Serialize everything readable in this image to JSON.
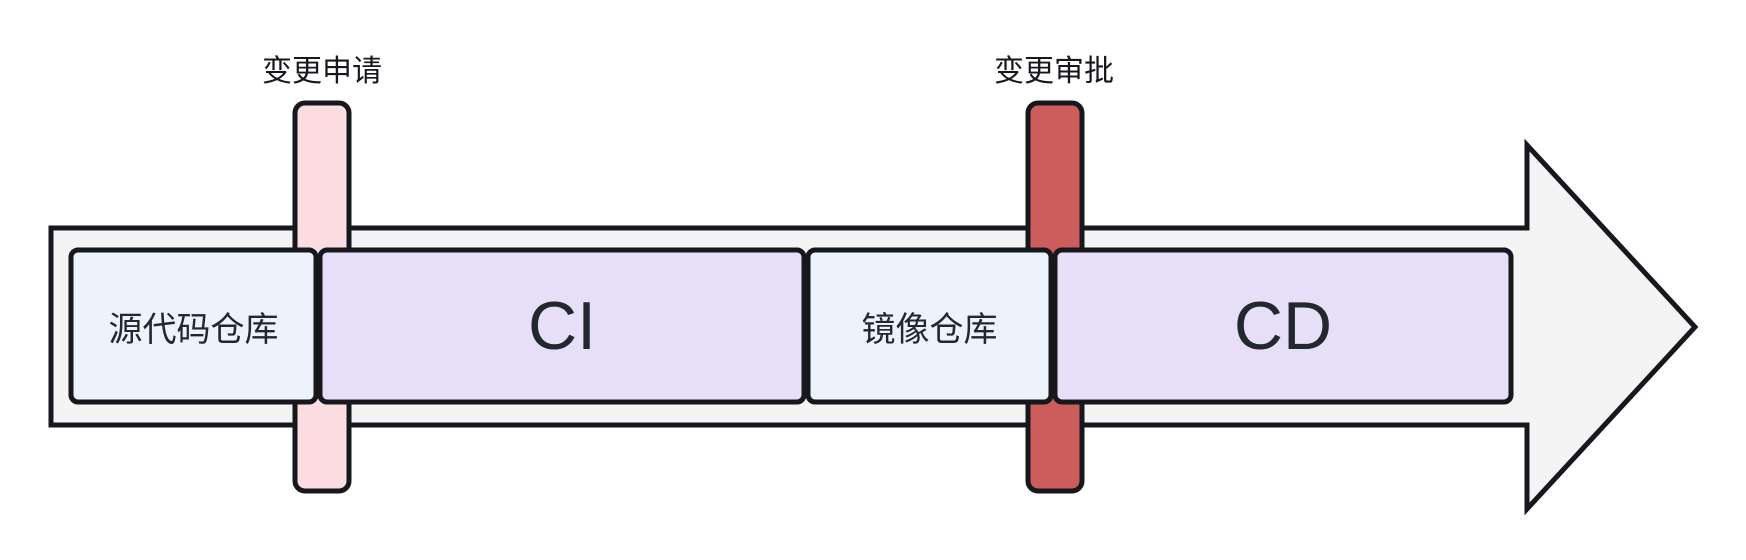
{
  "diagram": {
    "type": "pipeline-arrow-flow",
    "direction": "left-to-right",
    "stages": [
      {
        "label": "源代码仓库",
        "fill": "#eef3fb"
      },
      {
        "label": "CI",
        "fill": "#e7dff8"
      },
      {
        "label": "镜像仓库",
        "fill": "#eef3fb"
      },
      {
        "label": "CD",
        "fill": "#e7dff8"
      }
    ],
    "gates": [
      {
        "label": "变更申请",
        "fill": "#fcdde2",
        "between": [
          "源代码仓库",
          "CI"
        ]
      },
      {
        "label": "变更审批",
        "fill": "#cd5c5c",
        "between": [
          "镜像仓库",
          "CD"
        ]
      }
    ]
  },
  "colors": {
    "arrow_fill": "#f4f4f4",
    "outline": "#16181d",
    "text": "#23272e",
    "gate_request_fill": "#fcdde2",
    "gate_approval_fill": "#cd5c5c",
    "stage_repo_fill": "#eef3fb",
    "stage_cicd_fill": "#e7dff8",
    "background": "#ffffff"
  }
}
